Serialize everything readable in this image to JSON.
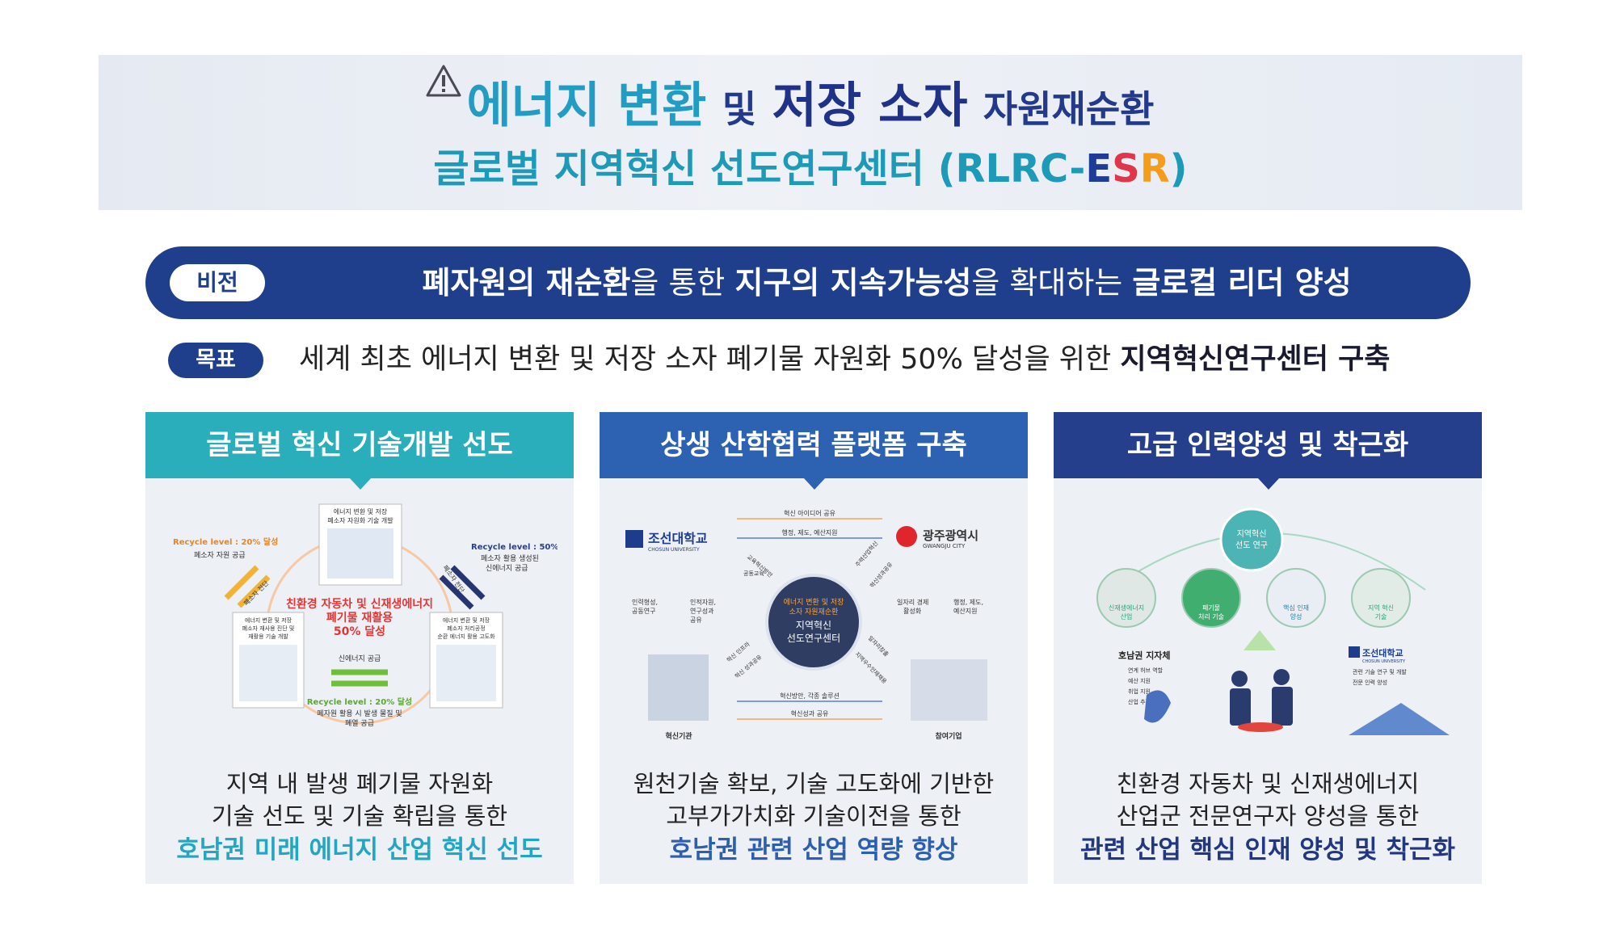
{
  "header": {
    "title_part1": "에너지 변환",
    "title_and": "및",
    "title_part2": "저장 소자",
    "title_part3": "자원재순환",
    "subtitle_main": "글로벌 지역혁신 선도연구센터 (RLRC-",
    "subtitle_e": "E",
    "subtitle_s": "S",
    "subtitle_r": "R",
    "subtitle_end": ")"
  },
  "vision": {
    "label": "비전",
    "t1": "폐자원의 재순환",
    "t2": "을 통한 ",
    "t3": "지구의 지속가능성",
    "t4": "을 확대하는 ",
    "t5": "글로컬 리더 양성"
  },
  "goal": {
    "label": "목표",
    "text": "세계 최초 에너지 변환 및 저장 소자 폐기물 자원화 50% 달성을 위한 ",
    "bold": "지역혁신연구센터 구축"
  },
  "columns": [
    {
      "title": "글로벌 혁신 기술개발 선도",
      "color": "#2aaebb",
      "desc1": "지역 내 발생 폐기물 자원화",
      "desc2": "기술 선도 및 기술 확립을 통한",
      "highlight": "호남권 미래 에너지 산업 혁신 선도",
      "highlight_color": "#22a6c2",
      "diagram": {
        "recycle_left": "Recycle level : 20% 달성",
        "left_sub": "폐소자 자원 공급",
        "left_arrow": "폐소자 전단",
        "recycle_right": "Recycle level : 50% 달성",
        "right_sub1": "폐소자 활용 생성된",
        "right_sub2": "신에너지 공급",
        "right_arrow": "폐소자 전단",
        "top_box1": "에너지 변환 및 저장",
        "top_box2": "폐소자 자원화 기술 개발",
        "center1": "친환경 자동차 및 신재생에너지",
        "center2": "폐기물 재활용",
        "center3": "50% 달성",
        "left_box1": "에너지 변환 및 저장",
        "left_box2": "폐소자 재사용 진단 및",
        "left_box3": "재활용 기술 개발",
        "right_box1": "에너지 변환 및 저장",
        "right_box2": "폐소자 처리공정",
        "right_box3": "순환 에너지 활용 고도화",
        "new_energy": "신에너지 공급",
        "recycle_bottom": "Recycle level : 20% 달성",
        "bottom_sub1": "폐자원 활용 시 발생 물질 및",
        "bottom_sub2": "폐열 공급"
      }
    },
    {
      "title": "상생 산학협력 플랫폼 구축",
      "color": "#2d62b3",
      "desc1": "원천기술 확보, 기술 고도화에 기반한",
      "desc2": "고부가가치화 기술이전을 통한",
      "highlight": "호남권 관련 산업 역량 향상",
      "highlight_color": "#2d5fae",
      "diagram": {
        "univ_kr": "조선대학교",
        "univ_en": "CHOSUN UNIVERSITY",
        "city_kr": "광주광역시",
        "city_en": "GWANGJU CITY",
        "center1": "에너지 변환 및 저장",
        "center2": "소자 자원재순환",
        "center3": "지역혁신",
        "center4": "선도연구센터",
        "top1": "혁신 아이디어 공유",
        "top2": "행정, 제도, 예산지원",
        "left1": "인력형성,",
        "left1b": "공동연구",
        "left2": "인적자원,",
        "left2b": "연구성과",
        "left2c": "공유",
        "right1": "일자리 경제",
        "right1b": "활성화",
        "right2": "행정, 제도,",
        "right2b": "예산지원",
        "diag1": "교육혁신방안",
        "diag2": "공동교육",
        "diag3": "주력산업혁신",
        "diag4": "혁신성과공유",
        "diag5": "혁신 인프라",
        "diag6": "혁신 성과공유",
        "diag7": "일자리창출",
        "diag8": "지역우수인재채용",
        "bottom1": "혁신방안, 각종 솔루션",
        "bottom2": "혁신성과 공유",
        "label_left": "혁신기관",
        "label_right": "참여기업"
      }
    },
    {
      "title": "고급 인력양성 및 착근화",
      "color": "#263f8c",
      "desc1": "친환경 자동차 및 신재생에너지",
      "desc2": "산업군 전문연구자 양성을 통한",
      "highlight": "관련 산업 핵심 인재 양성 및 착근화",
      "highlight_color": "#22377f",
      "diagram": {
        "top_circle1": "지역혁신",
        "top_circle2": "선도 연구",
        "circles": [
          {
            "l1": "신재생에너지",
            "l2": "산업"
          },
          {
            "l1": "폐기물",
            "l2": "처리 기술"
          },
          {
            "l1": "핵심 인재",
            "l2": "양성"
          },
          {
            "l1": "지역 혁신",
            "l2": "기술"
          }
        ],
        "left_title": "호남권 지자체",
        "left_items": [
          "연계 허브 역할",
          "예산 지원",
          "취업 지원",
          "산업 추진"
        ],
        "univ_kr": "조선대학교",
        "univ_en": "CHOSUN UNIVERSITY",
        "right_items": [
          "관련 기술 연구 및 개발",
          "전문 인력 양성"
        ]
      }
    }
  ]
}
